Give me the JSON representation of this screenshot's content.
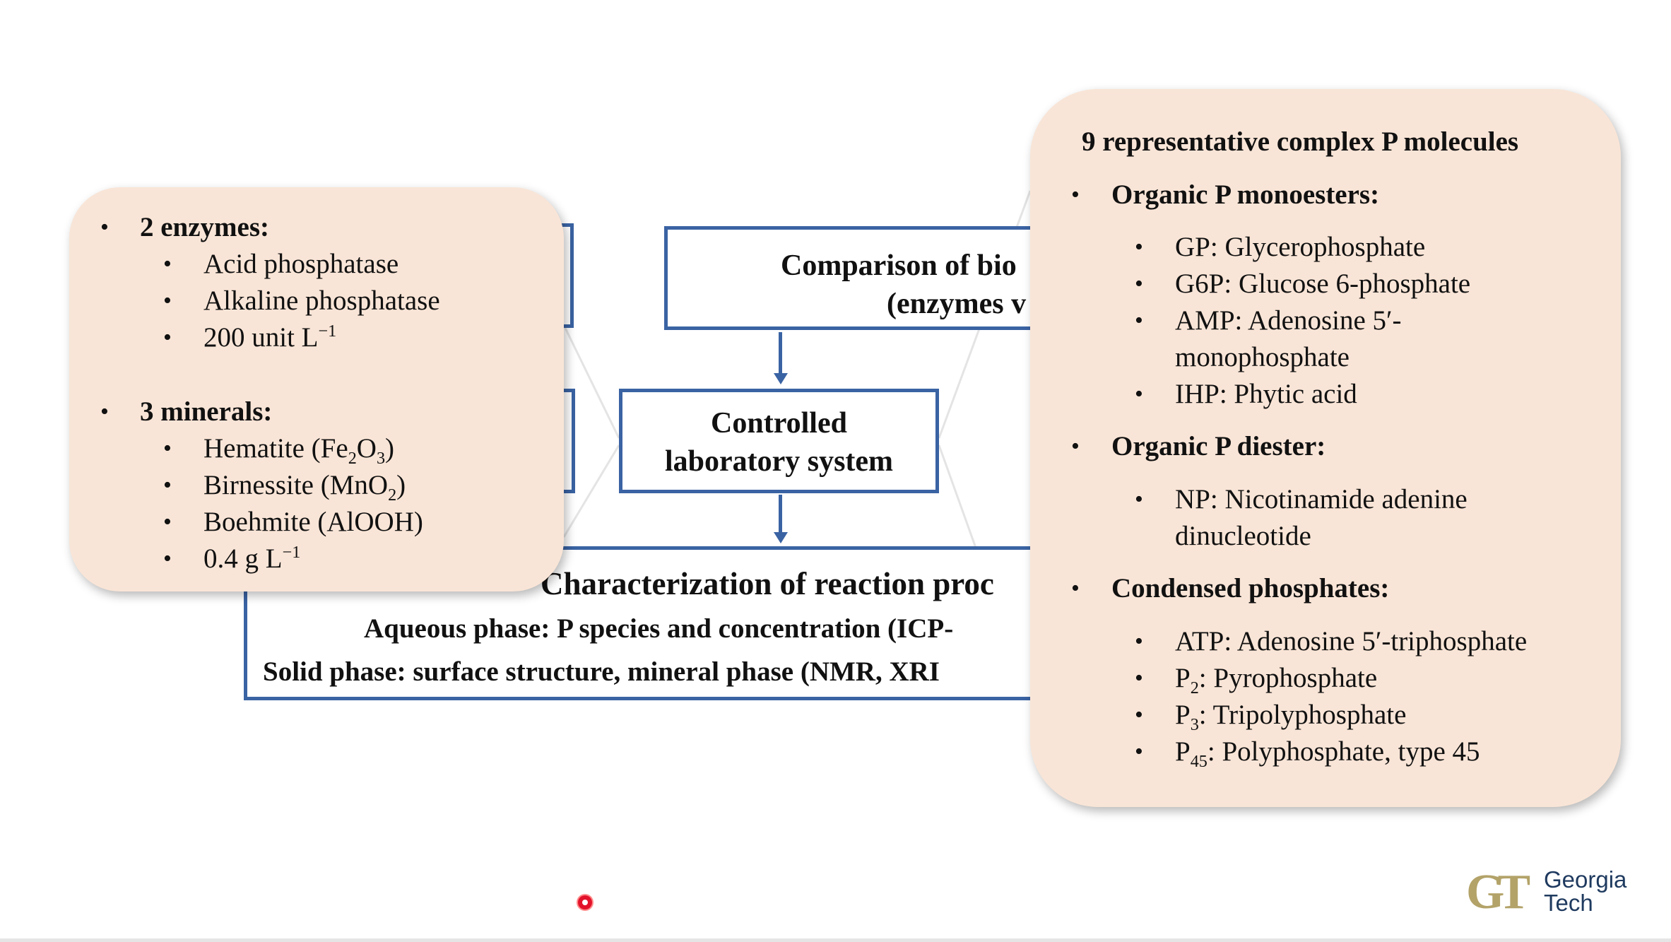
{
  "flow": {
    "comparison": {
      "line1": "Comparison of bio",
      "line2": "(enzymes v"
    },
    "controlled": {
      "line1": "Controlled",
      "line2": "laboratory system"
    },
    "characterization": {
      "title": "Characterization of reaction proc",
      "aqueous": "Aqueous phase: P species and concentration (ICP-",
      "solid": "Solid phase: surface structure, mineral phase (NMR, XRI"
    }
  },
  "left_callout": {
    "bullet": "•",
    "enzymes_heading": "2 enzymes:",
    "enzymes": [
      "Acid phosphatase",
      "Alkaline phosphatase"
    ],
    "enzyme_dose": {
      "text": "200 unit L",
      "sup": "−1"
    },
    "minerals_heading": "3 minerals:",
    "hematite": {
      "a": "Hematite (Fe",
      "s1": "2",
      "b": "O",
      "s2": "3",
      "c": ")"
    },
    "birnessite": {
      "a": "Birnessite (MnO",
      "s1": "2",
      "c": ")"
    },
    "boehmite": "Boehmite (AlOOH)",
    "mineral_dose": {
      "text": "0.4 g L",
      "sup": "−1"
    }
  },
  "right_callout": {
    "title": "9 representative complex P molecules",
    "monoesters_heading": "Organic P monoesters:",
    "monoesters": [
      "GP: Glycerophosphate",
      "G6P: Glucose 6-phosphate",
      "AMP: Adenosine 5′-",
      "monophosphate",
      "IHP: Phytic acid"
    ],
    "diester_heading": "Organic P diester:",
    "diester": [
      "NP: Nicotinamide adenine",
      "dinucleotide"
    ],
    "condensed_heading": "Condensed phosphates:",
    "condensed_atp": "ATP: Adenosine 5′-triphosphate",
    "p2": {
      "p": "P",
      "sub": "2",
      "rest": ": Pyrophosphate"
    },
    "p3": {
      "p": "P",
      "sub": "3",
      "rest": ": Tripolyphosphate"
    },
    "p45": {
      "p": "P",
      "sub": "45",
      "rest": ": Polyphosphate, type 45"
    }
  },
  "logo": {
    "mark": "GT",
    "line1": "Georgia",
    "line2": "Tech"
  },
  "colors": {
    "box_border": "#3a63a3",
    "callout_fill": "#f9e5d7",
    "logo_gold": "#b3a369",
    "pointer": "#e3122b"
  }
}
